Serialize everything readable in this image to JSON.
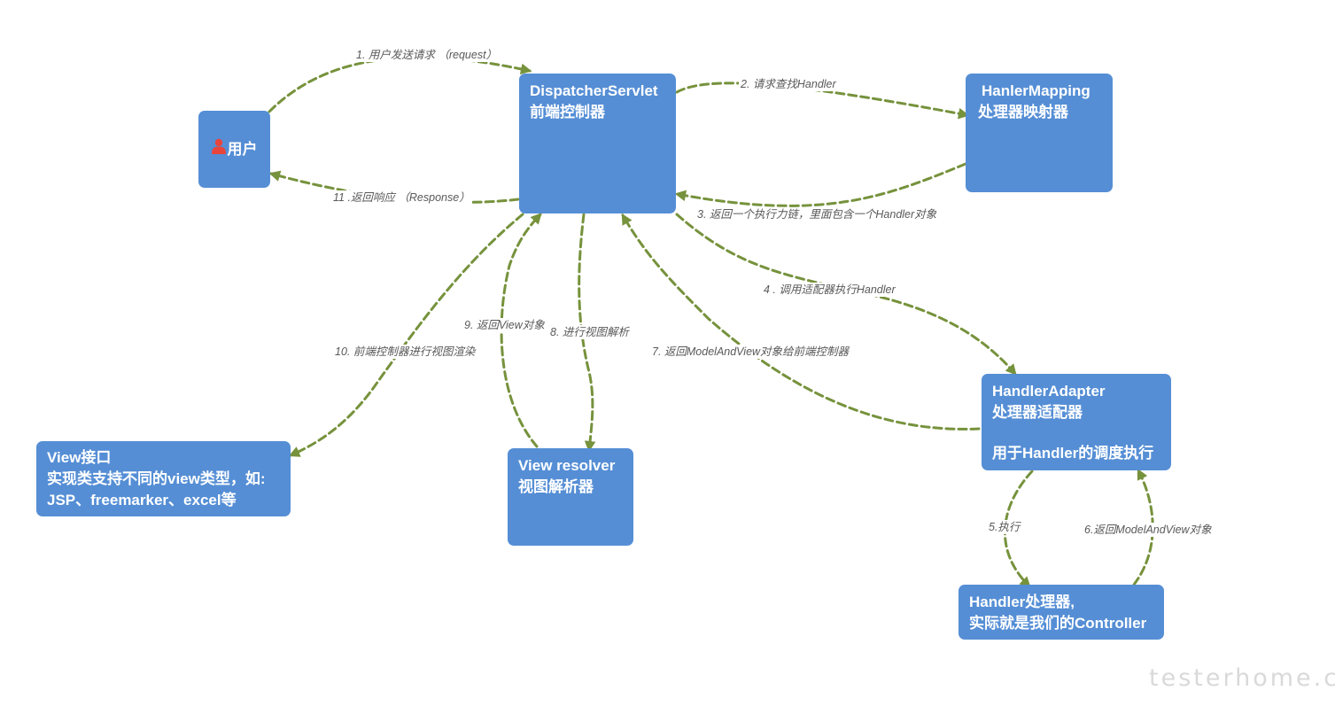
{
  "nodes": {
    "user": {
      "label": "用户",
      "icon": "person-icon"
    },
    "dispatcher": {
      "title": "DispatcherServlet",
      "subtitle": "前端控制器"
    },
    "mapping": {
      "title": "HanlerMapping",
      "subtitle": "处理器映射器"
    },
    "adapter": {
      "title": "HandlerAdapter",
      "subtitle": "处理器适配器",
      "description": "用于Handler的调度执行"
    },
    "handler": {
      "line1": "Handler处理器,",
      "line2": "实际就是我们的Controller"
    },
    "view_resolver": {
      "title": "View resolver",
      "subtitle": "视图解析器"
    },
    "view": {
      "line1": "View接口",
      "line2": "实现类支持不同的view类型，如:",
      "line3": "JSP、freemarker、excel等"
    }
  },
  "edges": {
    "e1": "1. 用户发送请求 （request）",
    "e2": "2. 请求查找Handler",
    "e3": "3. 返回一个执行力链，里面包含一个Handler对象",
    "e4": "4 . 调用适配器执行Handler",
    "e5": "5.执行",
    "e6": "6.返回ModelAndView对象",
    "e7": "7. 返回ModelAndView对象给前端控制器",
    "e8": "8. 进行视图解析",
    "e9": "9. 返回View对象",
    "e10": "10. 前端控制器进行视图渲染",
    "e11": "11 .返回响应 （Response）"
  },
  "watermark": "testerhome.com",
  "colors": {
    "node_fill": "#558ed5",
    "arrow": "#76923c",
    "label": "#595959",
    "watermark": "#d9d9d9"
  }
}
